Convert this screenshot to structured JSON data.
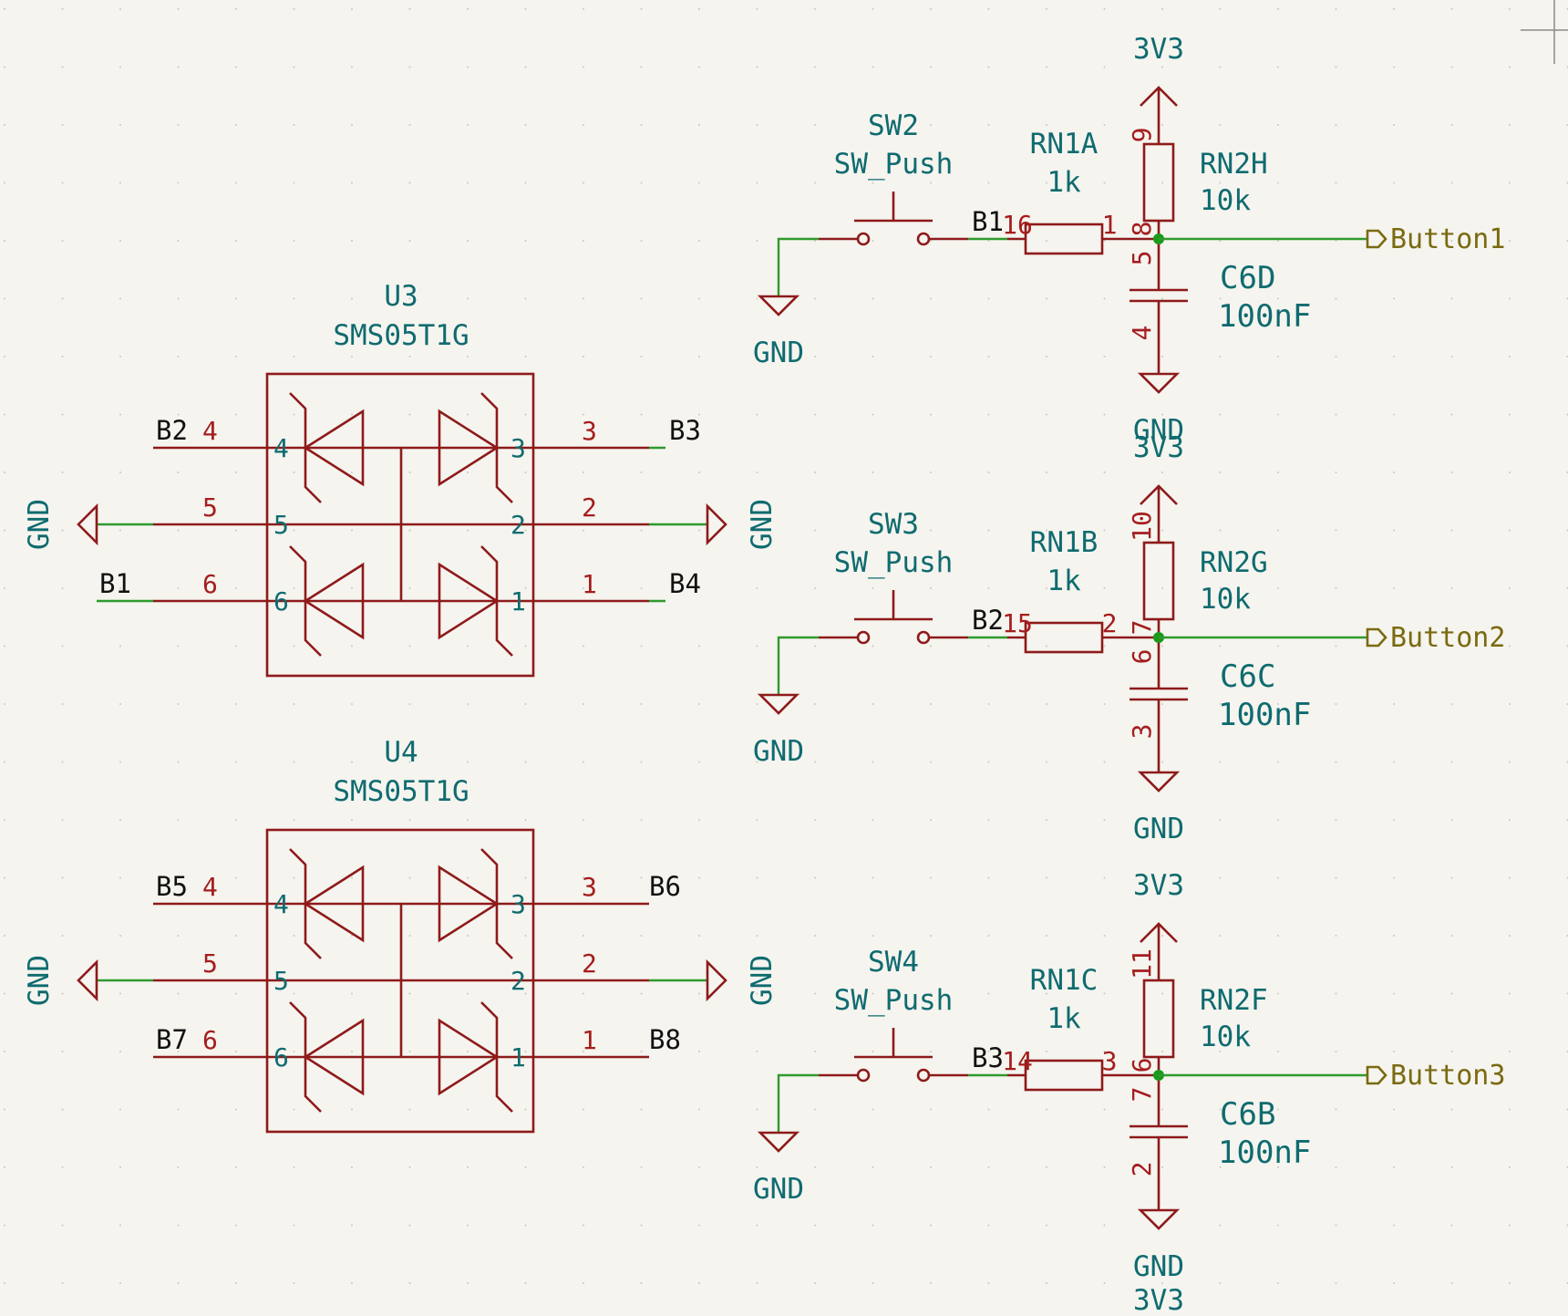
{
  "colors": {
    "background": "#f5f4ef",
    "symbol": "#8e1a1a",
    "wire": "#2e9a2e",
    "reference_text": "#0f6b6f",
    "pin_number": "#a51d1d",
    "net_label": "#111111",
    "global_label": "#7a6a10",
    "junction": "#1a9a1a"
  },
  "tvs_arrays": [
    {
      "ref": "U3",
      "value": "SMS05T1G",
      "pin4_net": "B2",
      "pin3_net": "B3",
      "pin6_net": "B1",
      "pin1_net": "B4",
      "left_gnd": "GND",
      "right_gnd": "GND",
      "pins": {
        "p4": "4",
        "p5": "5",
        "p6": "6",
        "p3": "3",
        "p2": "2",
        "p1": "1"
      }
    },
    {
      "ref": "U4",
      "value": "SMS05T1G",
      "pin4_net": "B5",
      "pin3_net": "B6",
      "pin6_net": "B7",
      "pin1_net": "B8",
      "left_gnd": "GND",
      "right_gnd": "GND",
      "pins": {
        "p4": "4",
        "p5": "5",
        "p6": "6",
        "p3": "3",
        "p2": "2",
        "p1": "1"
      }
    }
  ],
  "button_stages": [
    {
      "sw_ref": "SW2",
      "sw_value": "SW_Push",
      "sw_gnd": "GND",
      "net": "B1",
      "rn_ref": "RN1A",
      "rn_value": "1k",
      "rn_pin_a": "16",
      "rn_pin_b": "1",
      "pu_ref": "RN2H",
      "pu_value": "10k",
      "pu_pin_top": "9",
      "pu_pin_bot": "8",
      "cap_ref": "C6D",
      "cap_value": "100nF",
      "cap_pin_top": "5",
      "cap_pin_bot": "4",
      "vcc": "3V3",
      "cap_gnd": "GND",
      "output": "Button1"
    },
    {
      "sw_ref": "SW3",
      "sw_value": "SW_Push",
      "sw_gnd": "GND",
      "net": "B2",
      "rn_ref": "RN1B",
      "rn_value": "1k",
      "rn_pin_a": "15",
      "rn_pin_b": "2",
      "pu_ref": "RN2G",
      "pu_value": "10k",
      "pu_pin_top": "10",
      "pu_pin_bot": "7",
      "cap_ref": "C6C",
      "cap_value": "100nF",
      "cap_pin_top": "6",
      "cap_pin_bot": "3",
      "vcc": "3V3",
      "cap_gnd": "GND",
      "output": "Button2"
    },
    {
      "sw_ref": "SW4",
      "sw_value": "SW_Push",
      "sw_gnd": "GND",
      "net": "B3",
      "rn_ref": "RN1C",
      "rn_value": "1k",
      "rn_pin_a": "14",
      "rn_pin_b": "3",
      "pu_ref": "RN2F",
      "pu_value": "10k",
      "pu_pin_top": "11",
      "pu_pin_bot": "6",
      "cap_ref": "C6B",
      "cap_value": "100nF",
      "cap_pin_top": "7",
      "cap_pin_bot": "2",
      "vcc": "3V3",
      "cap_gnd": "GND",
      "output": "Button3"
    }
  ],
  "partial_label": "3V3"
}
